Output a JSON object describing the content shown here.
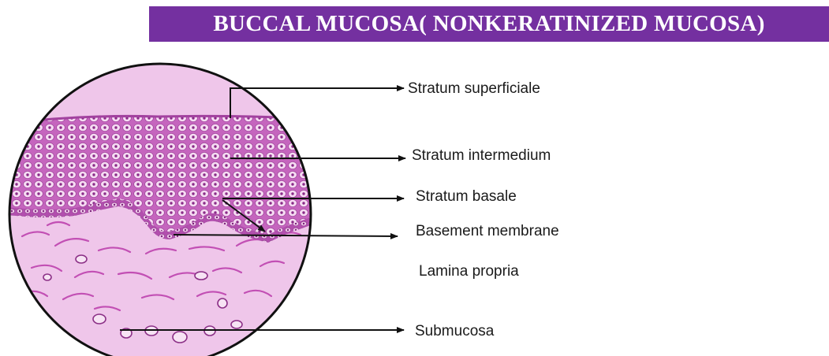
{
  "title": "BUCCAL MUCOSA( NONKERATINIZED MUCOSA)",
  "colors": {
    "title_bar": "#7430a0",
    "epithelium": "#c565be",
    "connective_tissue": "#efc6ea",
    "cell_outline": "#ffffff",
    "nucleus": "#8a2a88",
    "arrow": "#111111"
  },
  "labels": {
    "stratum_superficiale": "Stratum superficiale",
    "stratum_intermedium": "Stratum intermedium",
    "stratum_basale": "Stratum basale",
    "basement_membrane": "Basement membrane",
    "lamina_propria": "Lamina propria",
    "submucosa": "Submucosa"
  }
}
